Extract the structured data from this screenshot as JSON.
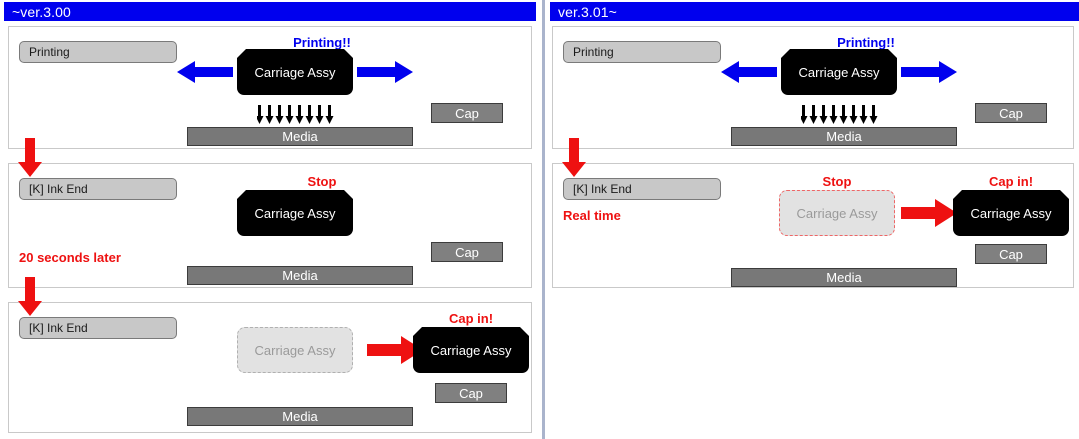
{
  "diagram": {
    "title_left": "~ver.3.00",
    "title_right": "ver.3.01~",
    "labels": {
      "carriage": "Carriage Assy",
      "media": "Media",
      "cap": "Cap",
      "printing_status": "Printing",
      "ink_end_status": "[K] Ink End",
      "printing_caption": "Printing!!",
      "stop_caption": "Stop",
      "cap_in_caption": "Cap in!",
      "delay_note": "20 seconds later",
      "realtime_note": "Real time"
    },
    "colors": {
      "header_blue": "#0000ee",
      "alert_red": "#ee1111",
      "scan_arrow_blue": "#0000ee",
      "carriage_black": "#000000",
      "media_gray": "#787878",
      "cap_gray": "#808080",
      "chip_gray": "#c8c8c8",
      "ghost_gray": "#e2e2e2",
      "divider": "#aab4cc"
    },
    "ink_drop_count": 8
  },
  "left": {
    "version": "~ver.3.00",
    "panels": [
      {
        "id": "printing",
        "status": "Printing",
        "status_alert": false,
        "caption": "Printing!!",
        "caption_color": "blue",
        "media": "Media",
        "cap": "Cap",
        "carriage": "Carriage Assy"
      },
      {
        "id": "ink-end-stopped",
        "status": "[K] Ink End",
        "status_alert": true,
        "caption": "Stop",
        "caption_color": "red",
        "note": "20 seconds later",
        "media": "Media",
        "cap": "Cap",
        "carriage": "Carriage Assy"
      },
      {
        "id": "capped",
        "status": "[K] Ink End",
        "status_alert": true,
        "caption": "Cap in!",
        "caption_color": "red",
        "media": "Media",
        "cap": "Cap",
        "carriage_ghost": "Carriage Assy",
        "carriage": "Carriage Assy"
      }
    ]
  },
  "right": {
    "version": "ver.3.01~",
    "panels": [
      {
        "id": "printing",
        "status": "Printing",
        "status_alert": false,
        "caption": "Printing!!",
        "caption_color": "blue",
        "media": "Media",
        "cap": "Cap",
        "carriage": "Carriage Assy"
      },
      {
        "id": "ink-end-capped",
        "status": "[K] Ink End",
        "status_alert": true,
        "note": "Real time",
        "caption_stop": "Stop",
        "caption_cap_in": "Cap in!",
        "media": "Media",
        "cap": "Cap",
        "carriage_ghost": "Carriage Assy",
        "carriage": "Carriage Assy"
      }
    ]
  }
}
